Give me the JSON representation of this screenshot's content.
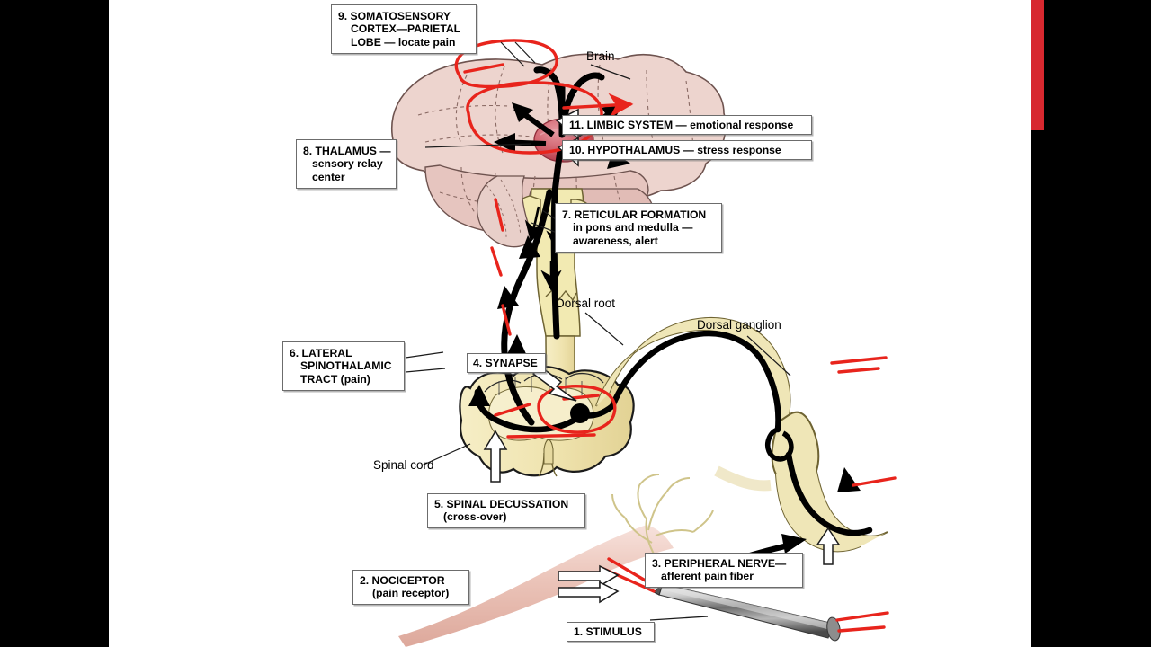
{
  "figure": {
    "title": "Pain pathway — nociception from stimulus to cortex",
    "background_color": "#ffffff",
    "accent_color": "#d7282f",
    "letterbox_color": "#000000"
  },
  "callouts": [
    {
      "id": "somatosensory-cortex",
      "number": "9.",
      "lines": [
        "9. SOMATOSENSORY",
        "CORTEX—PARIETAL",
        "LOBE — locate pain"
      ]
    },
    {
      "id": "limbic-system",
      "number": "11.",
      "lines": [
        "11. LIMBIC SYSTEM — emotional response"
      ]
    },
    {
      "id": "hypothalamus",
      "number": "10.",
      "lines": [
        "10. HYPOTHALAMUS — stress response"
      ]
    },
    {
      "id": "thalamus",
      "number": "8.",
      "lines": [
        "8. THALAMUS —",
        "sensory relay",
        "center"
      ]
    },
    {
      "id": "reticular-formation",
      "number": "7.",
      "lines": [
        "7. RETICULAR FORMATION",
        "in pons and medulla —",
        "awareness, alert"
      ]
    },
    {
      "id": "lateral-spinothalamic-tract",
      "number": "6.",
      "lines": [
        "6. LATERAL",
        "SPINOTHALAMIC",
        "TRACT (pain)"
      ]
    },
    {
      "id": "synapse",
      "number": "4.",
      "lines": [
        "4. SYNAPSE"
      ]
    },
    {
      "id": "spinal-decussation",
      "number": "5.",
      "lines": [
        "5. SPINAL DECUSSATION",
        "(cross-over)"
      ]
    },
    {
      "id": "peripheral-nerve",
      "number": "3.",
      "lines": [
        "3. PERIPHERAL NERVE—",
        "afferent pain fiber"
      ]
    },
    {
      "id": "nociceptor",
      "number": "2.",
      "lines": [
        "2. NOCICEPTOR",
        "(pain receptor)"
      ]
    },
    {
      "id": "stimulus",
      "number": "1.",
      "lines": [
        "1. STIMULUS"
      ]
    }
  ],
  "anatomy_labels": [
    {
      "id": "brain",
      "text": "Brain"
    },
    {
      "id": "dorsal-root",
      "text": "Dorsal root"
    },
    {
      "id": "dorsal-ganglion",
      "text": "Dorsal ganglion"
    },
    {
      "id": "spinal-cord",
      "text": "Spinal cord"
    }
  ],
  "colors": {
    "brain_fill": "#edd4ce",
    "brain_stroke": "#7a5a55",
    "thalamus_fill": "#c9515e",
    "brainstem_fill": "#f2eab2",
    "cord_fill": "#efe6b7",
    "gray_matter_fill": "#f6f0cf",
    "nerve_fill": "#efe6b7",
    "skin_fill": "#eec9c0",
    "nail_fill": "#9a9a9a",
    "pathway_black": "#000000",
    "annotation_red": "#e8241c"
  }
}
